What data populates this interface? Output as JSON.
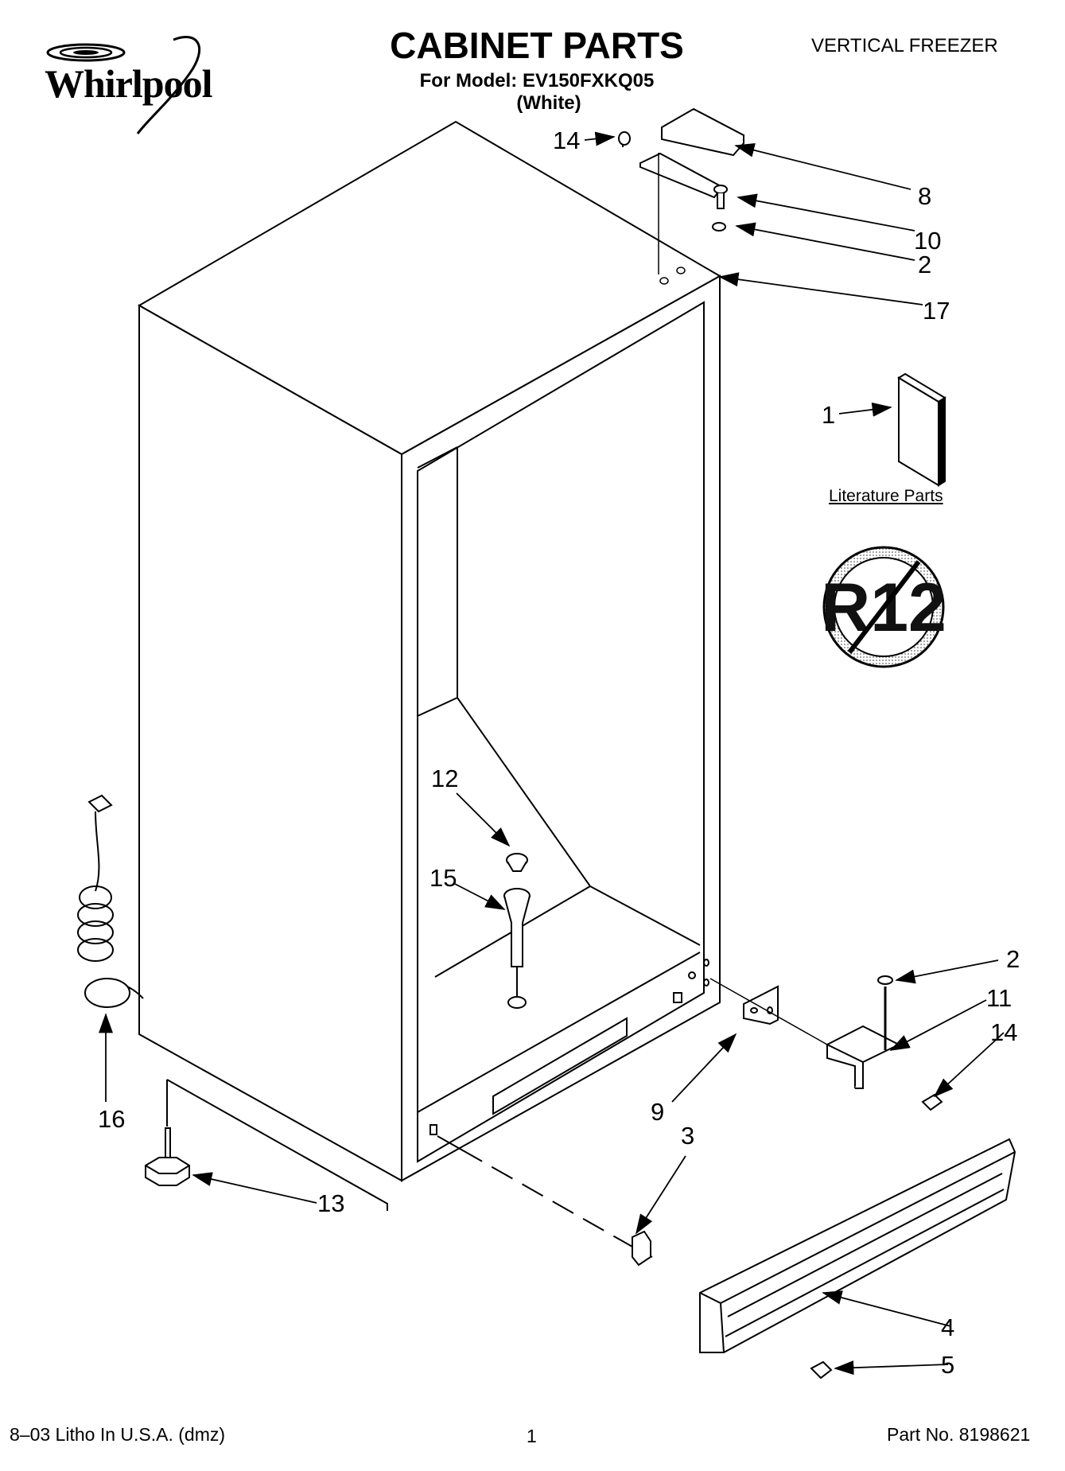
{
  "brand": {
    "name": "Whirlpool",
    "icon": "whirlpool-swirl-logo"
  },
  "header": {
    "title": "CABINET PARTS",
    "model_line": "For Model: EV150FXKQ05",
    "color_line": "(White)",
    "product_type": "VERTICAL FREEZER"
  },
  "callouts": {
    "c14_top": "14",
    "c8": "8",
    "c10": "10",
    "c2_top": "2",
    "c17": "17",
    "c1": "1",
    "c12": "12",
    "c15": "15",
    "c2_bottom": "2",
    "c11": "11",
    "c14_bottom": "14",
    "c9": "9",
    "c3": "3",
    "c16": "16",
    "c13": "13",
    "c4": "4",
    "c5": "5"
  },
  "literature": {
    "label": "Literature Parts"
  },
  "badge": {
    "text": "R12",
    "icon": "no-r12-prohibition-icon"
  },
  "footer": {
    "litho": "8–03 Litho In U.S.A. (dmz)",
    "page": "1",
    "part_no": "Part No. 8198621"
  }
}
